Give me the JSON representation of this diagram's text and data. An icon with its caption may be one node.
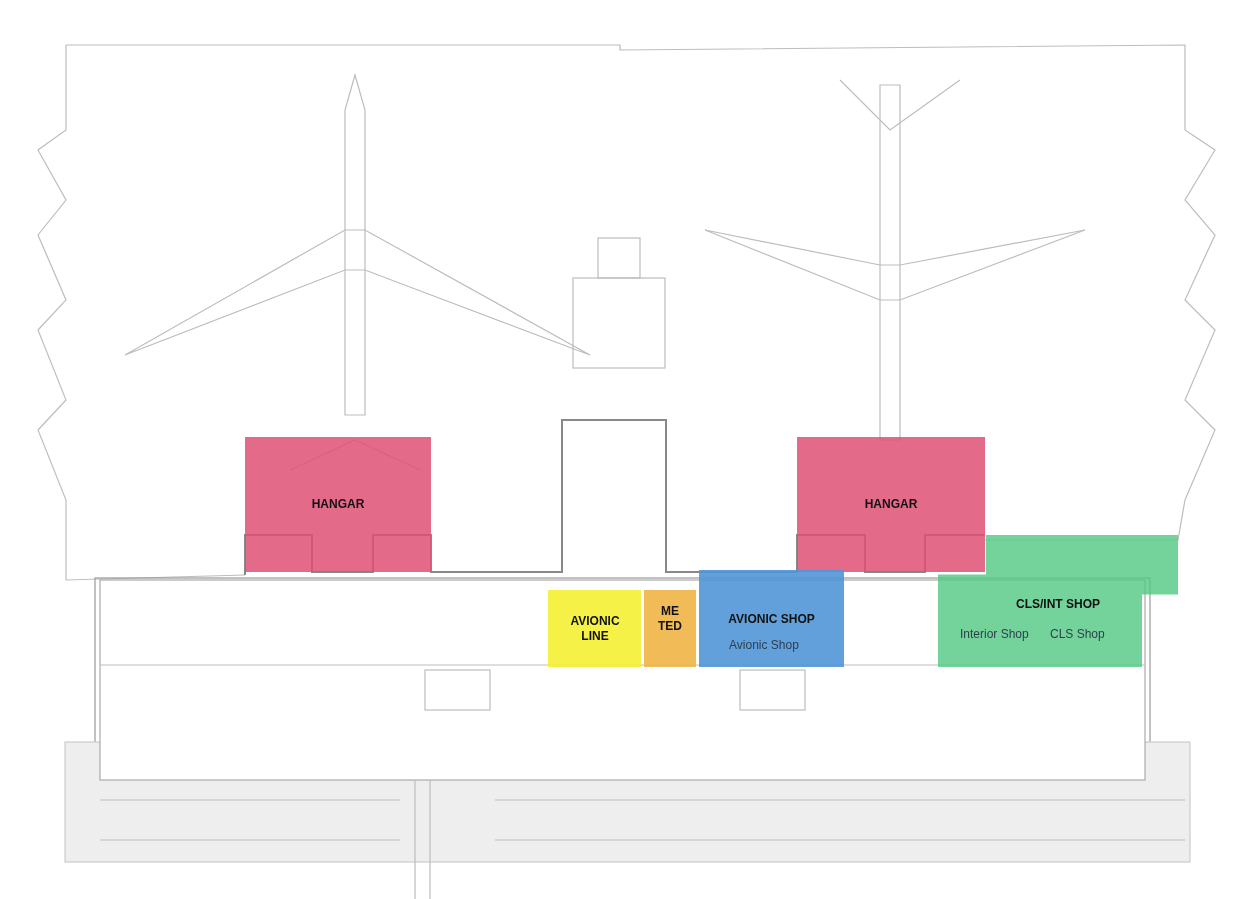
{
  "diagram": {
    "nodes": [
      {
        "text": [
          "HANGAR"
        ]
      },
      {
        "text": [
          "HANGAR"
        ]
      },
      {
        "text": [
          "AVIONIC LINE"
        ]
      },
      {
        "text": [
          "METED"
        ]
      },
      {
        "text": [
          "AVIONIC SHOP",
          "Avionic Shop"
        ]
      },
      {
        "text": [
          "CLS/INT SHOP",
          "Interior Shop",
          "CLS Shop"
        ]
      }
    ],
    "edges": []
  }
}
